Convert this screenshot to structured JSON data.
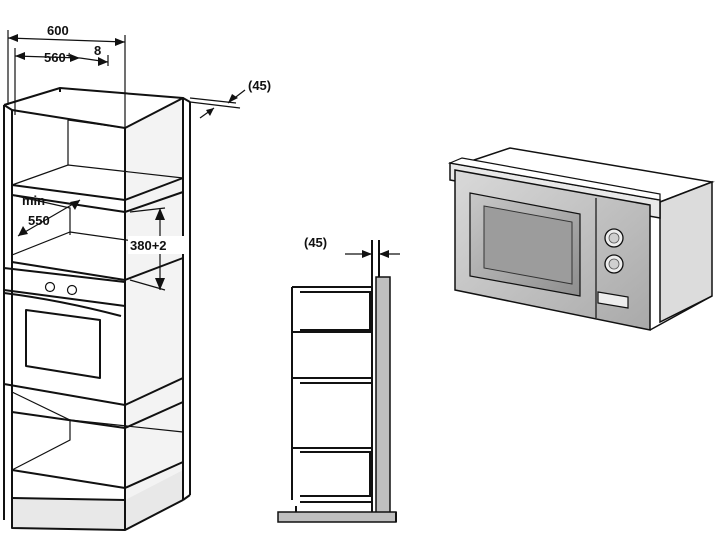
{
  "dimensions": {
    "width_outer": "600",
    "width_inner": "560⁺",
    "gap": "8",
    "back_gap": "(45)",
    "min_label": "min",
    "depth": "550",
    "height": "380+2",
    "side_back_gap": "(45)"
  }
}
